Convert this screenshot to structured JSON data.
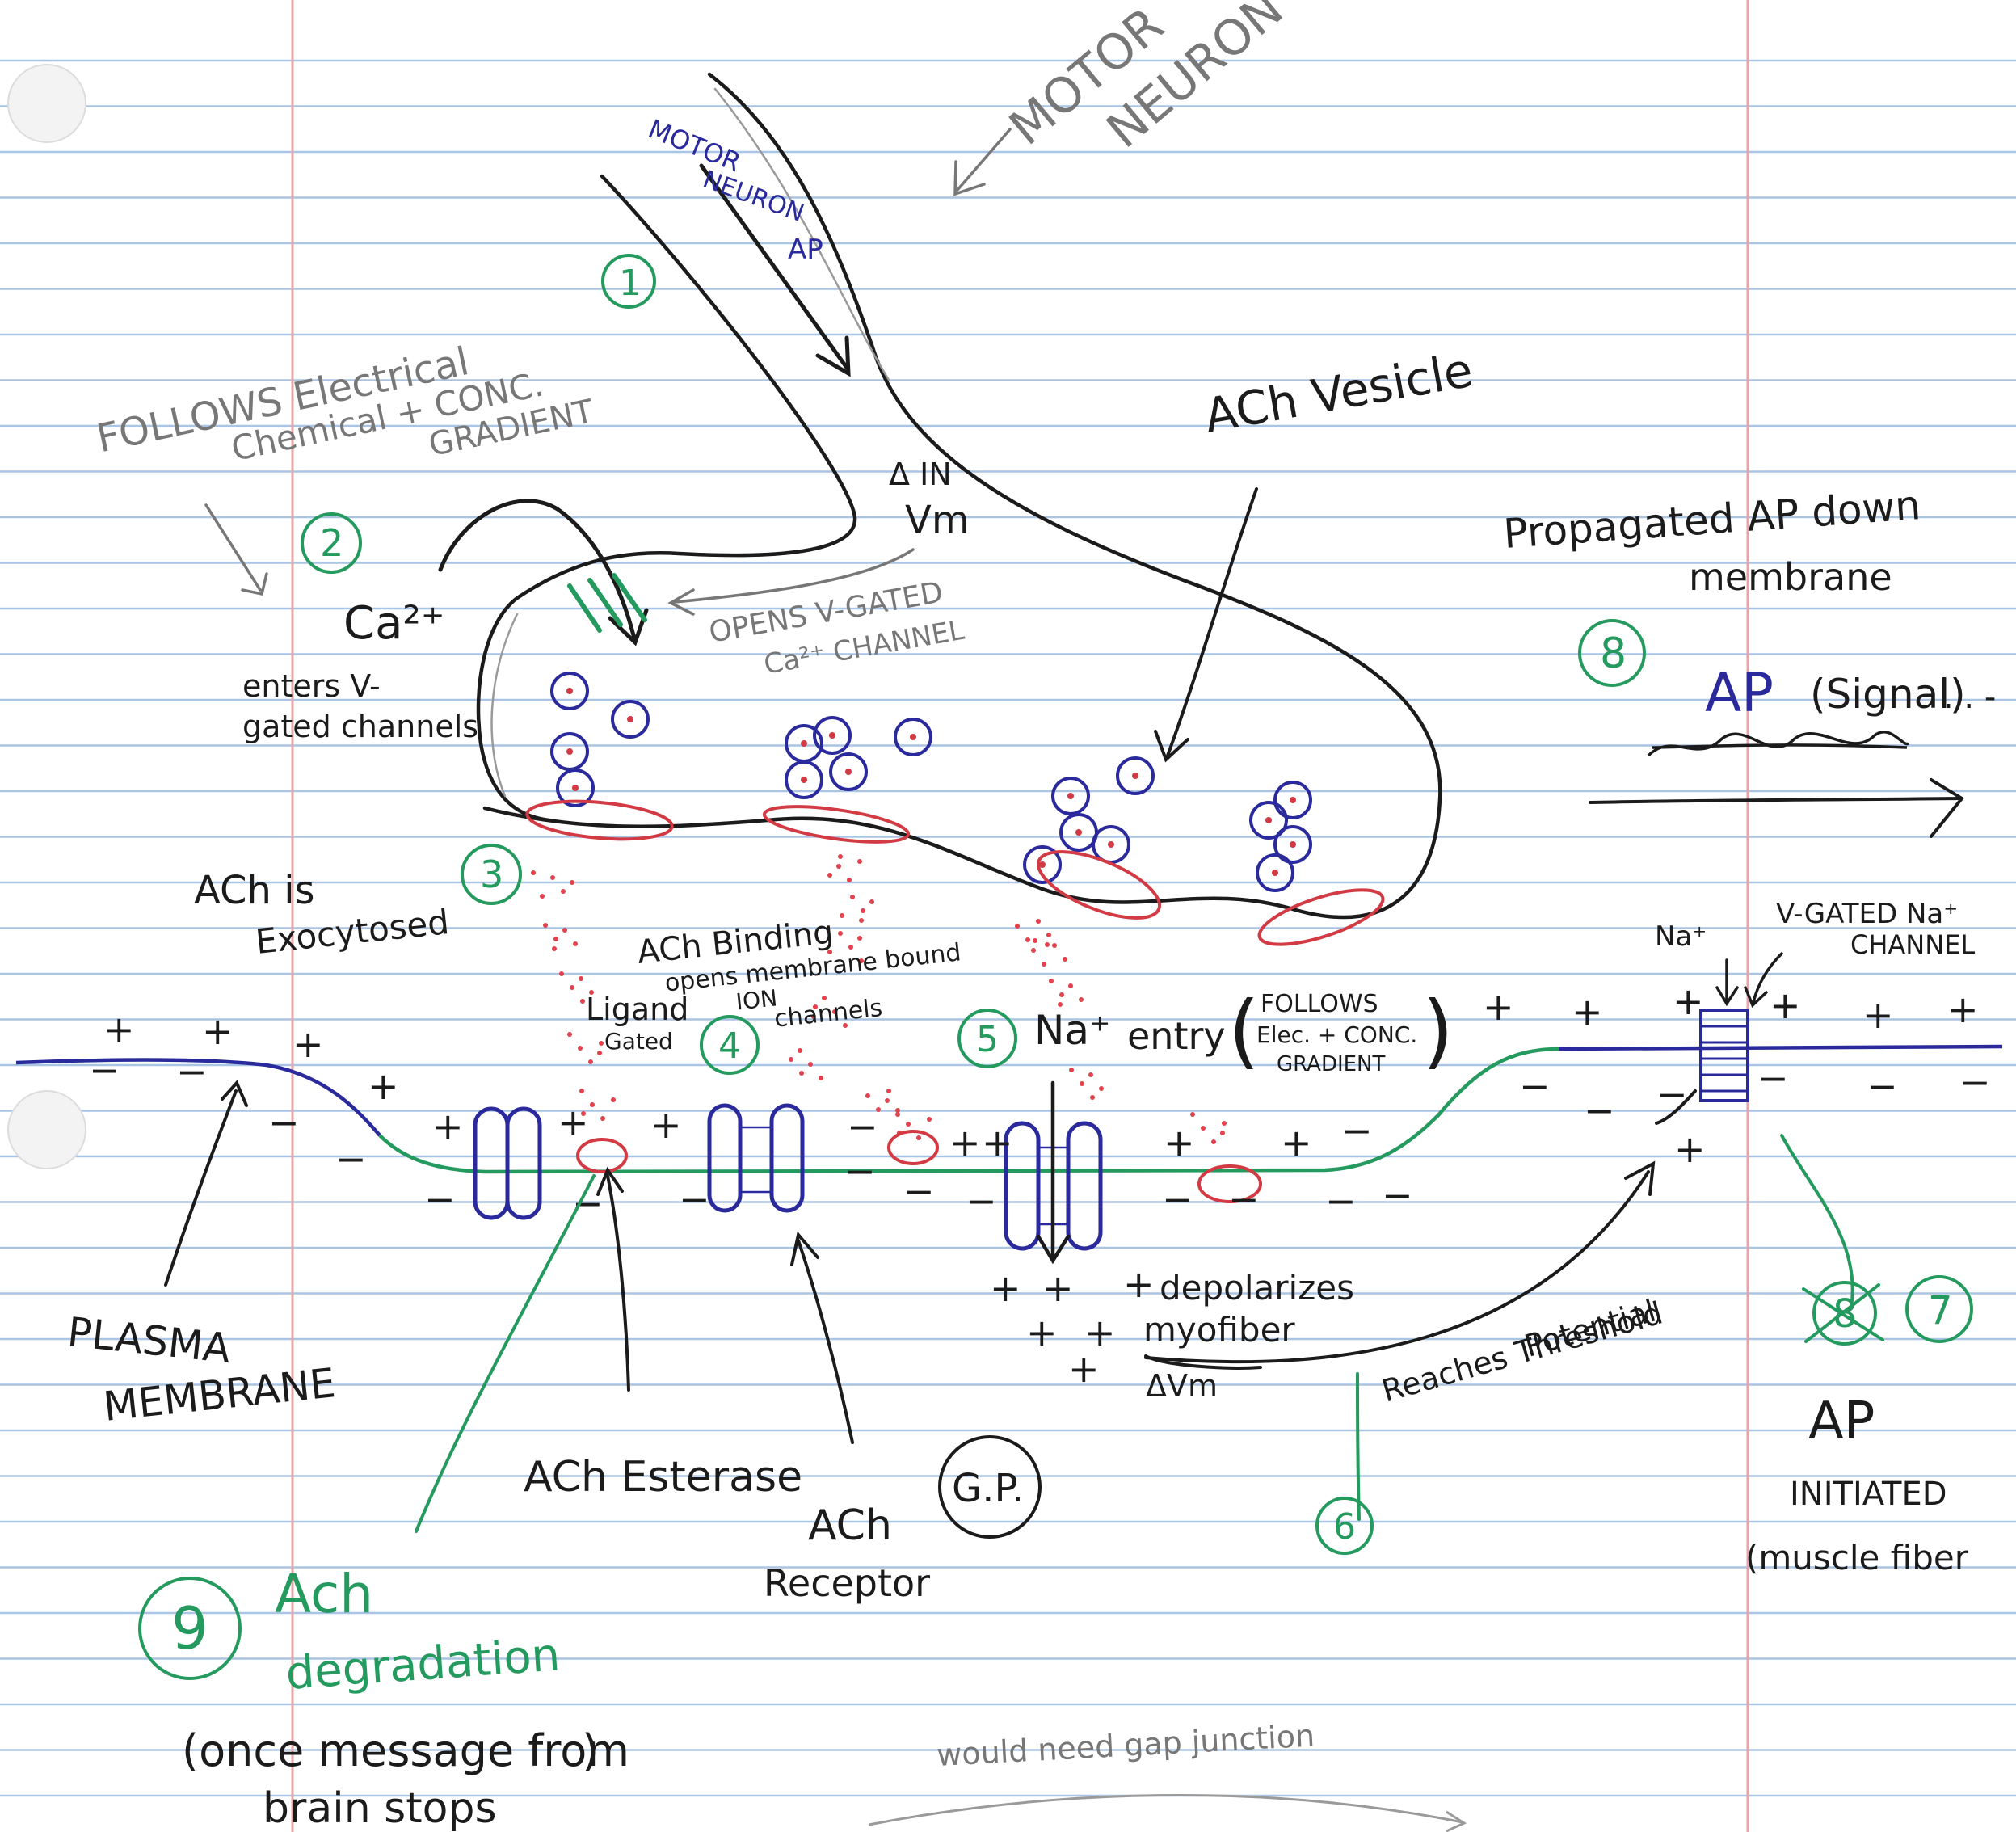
{
  "colors": {
    "paper": "#ffffff",
    "rule_line": "#aac4e4",
    "margin_line": "#e8a4a8",
    "ink_black": "#1b1b1b",
    "ink_gray": "#777777",
    "ink_blue": "#2a2a9c",
    "ink_red": "#d23a44",
    "ink_green": "#249a5e"
  },
  "motor_neuron": {
    "title": [
      "MOTOR",
      "NEURON"
    ],
    "ap_label": [
      "MOTOR",
      "NEURON",
      "AP"
    ],
    "step_1": "1"
  },
  "calcium": {
    "gradient_note": [
      "FOLLOWS Electrical",
      "Chemical + CONC.",
      "GRADIENT"
    ],
    "step_2": "2",
    "ion": "Ca²⁺",
    "enters": [
      "enters V-",
      "gated channels"
    ],
    "delta_vm": [
      "Δ IN",
      "Vm"
    ],
    "opens_channel": [
      "OPENS V-GATED",
      "Ca²⁺ CHANNEL"
    ]
  },
  "vesicle": {
    "label": "ACh Vesicle"
  },
  "exocytosis": {
    "step_3": "3",
    "label": [
      "ACh is",
      "Exocytosed"
    ]
  },
  "binding": {
    "step_4": "4",
    "label": [
      "ACh Binding",
      "opens membrane bound",
      "ION",
      "channels"
    ],
    "ligand_gated": [
      "Ligand",
      "Gated"
    ]
  },
  "sodium": {
    "step_5": "5",
    "na_label": "Na⁺",
    "entry": "entry",
    "follows": [
      "FOLLOWS",
      "Elec. + CONC.",
      "GRADIENT"
    ]
  },
  "propagation": {
    "label": [
      "Propagated AP down",
      "membrane"
    ],
    "step_8": "8",
    "ap": "AP",
    "signal": "(Signal)",
    "dots": ". . -"
  },
  "na_channel": {
    "na_label": "Na⁺",
    "label": [
      "V-GATED Na⁺",
      "CHANNEL"
    ]
  },
  "plasma_membrane": [
    "PLASMA",
    "MEMBRANE"
  ],
  "depolarizes": [
    "depolarizes",
    "myofiber",
    "ΔVm"
  ],
  "threshold": [
    "Reaches Threshold",
    "Potential"
  ],
  "step_6": "6",
  "step_7_crossed": "8",
  "step_7": "7",
  "ap_initiated": [
    "AP",
    "INITIATED",
    "(muscle fiber"
  ],
  "gp": "G.P.",
  "esterase": "ACh Esterase",
  "receptor": [
    "ACh",
    "Receptor"
  ],
  "degradation": {
    "step_9": "9",
    "label": [
      "Ach",
      "degradation"
    ],
    "note": [
      "(once message from",
      "brain stops"
    ]
  },
  "gap_junction": "would need gap junction"
}
